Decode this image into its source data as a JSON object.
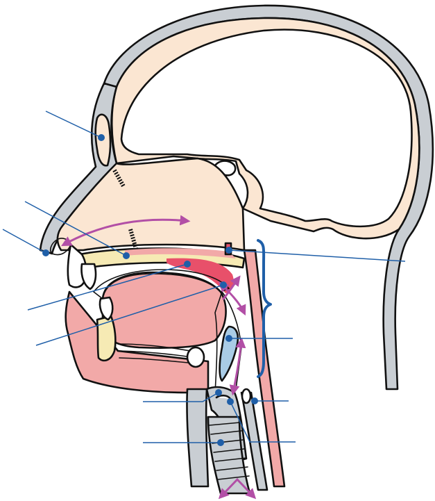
{
  "figure": {
    "labels": [],
    "colors": {
      "skin": "#fbe6d2",
      "bone_cream": "#f6eab4",
      "tissue_pink": "#f2a9a8",
      "tissue_red": "#e8506a",
      "cartilage_gray": "#c9ced3",
      "cartilage_blue": "#a9cce6",
      "leader_blue": "#1f5fa8",
      "arrow_purple": "#b24fa6",
      "outline": "#111111"
    },
    "icons": [
      "frontal-sinus-shape",
      "nasal-cavity-shape",
      "tongue-shape",
      "epiglottis-shape",
      "larynx-shape",
      "trachea-shape",
      "pharynx-brace"
    ]
  }
}
